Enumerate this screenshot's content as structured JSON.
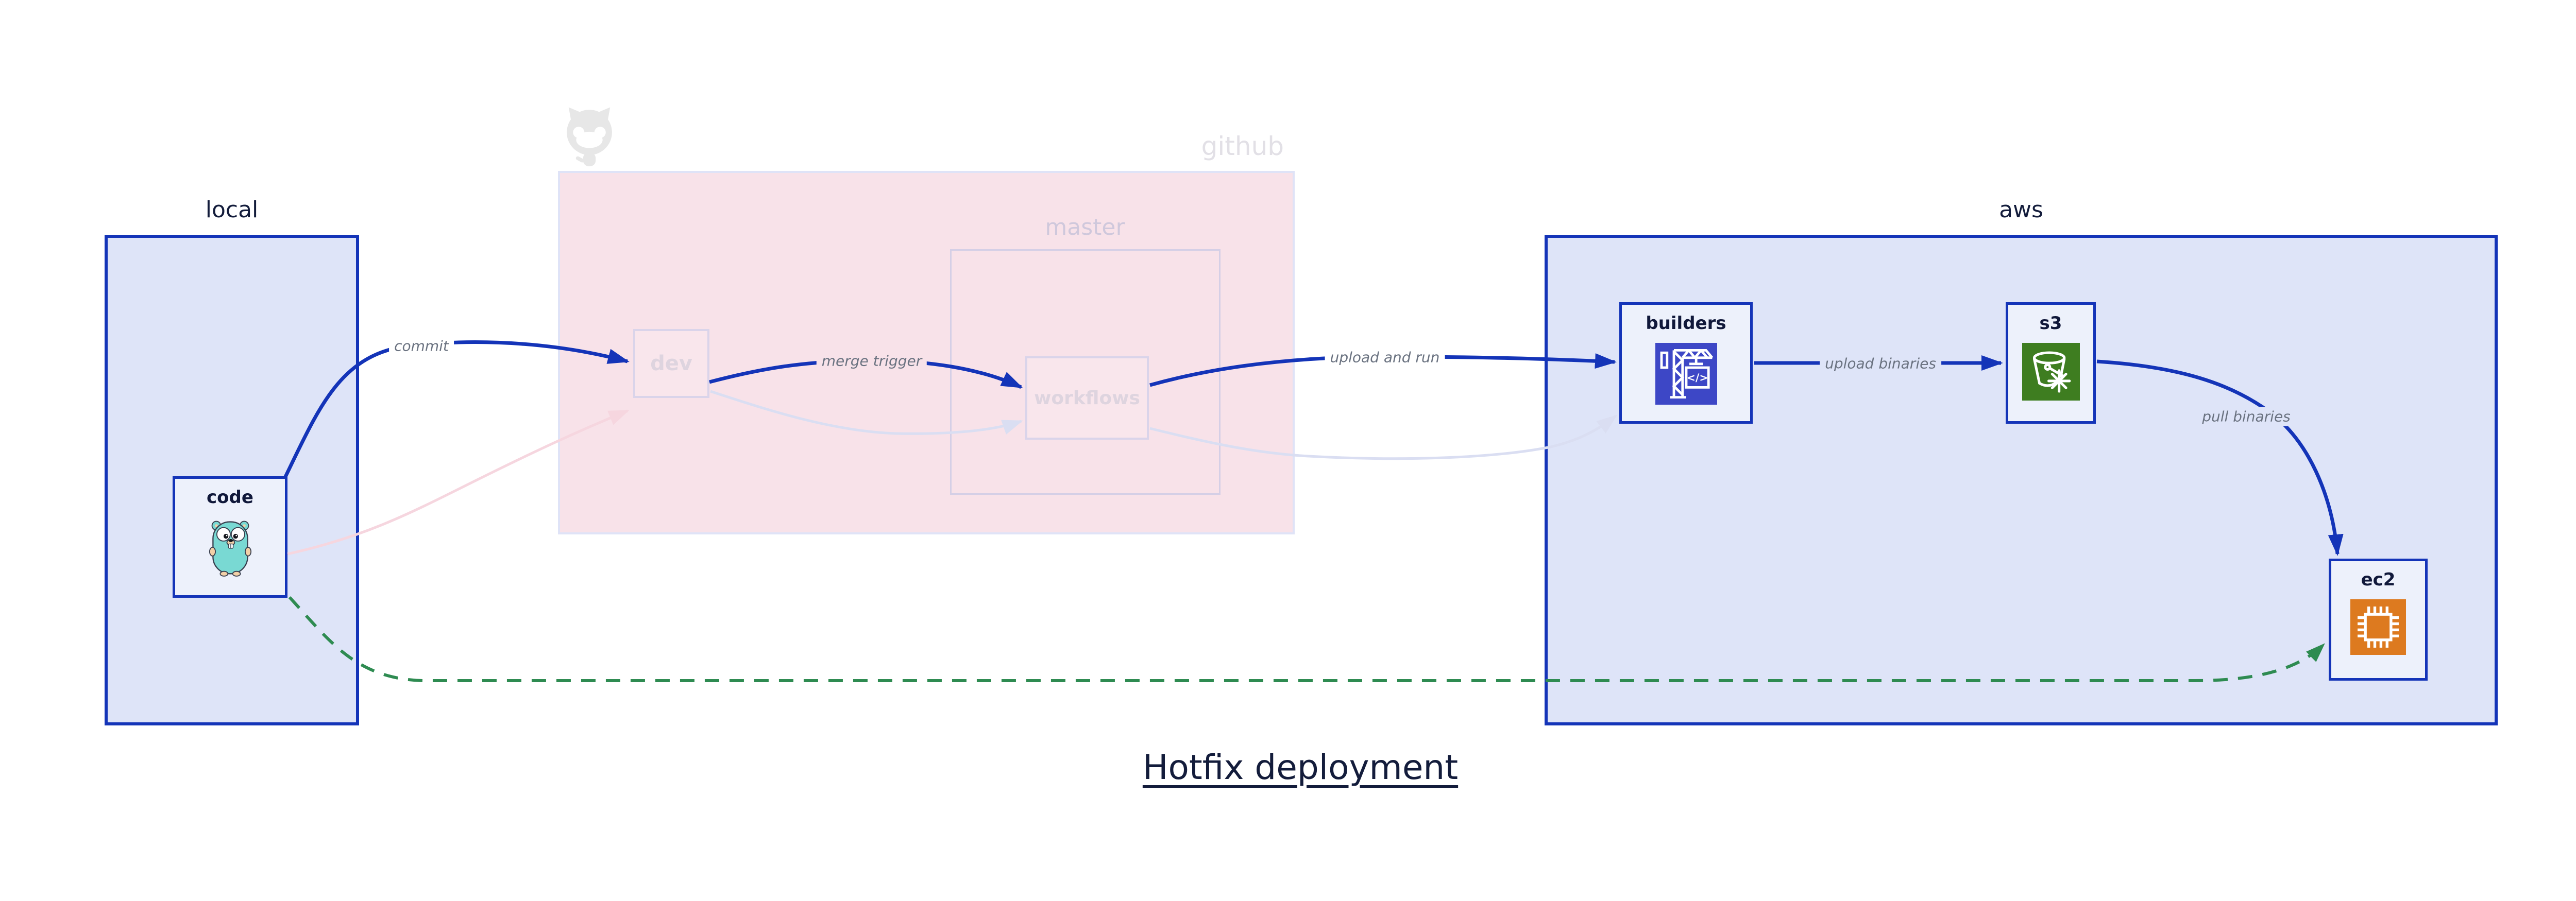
{
  "title": {
    "text": "Hotfix deployment"
  },
  "groups": {
    "local": {
      "label": "local"
    },
    "github": {
      "label": "github",
      "master_label": "master"
    },
    "aws": {
      "label": "aws"
    }
  },
  "nodes": {
    "code": {
      "label": "code",
      "icon": "go-gopher-icon"
    },
    "dev": {
      "label": "dev"
    },
    "workflows": {
      "label": "workflows"
    },
    "builders": {
      "label": "builders",
      "icon": "aws-codebuild-icon",
      "icon_glyph": "</>"
    },
    "s3": {
      "label": "s3",
      "icon": "aws-s3-glacier-icon"
    },
    "ec2": {
      "label": "ec2",
      "icon": "aws-ec2-icon"
    }
  },
  "edges": {
    "commit": {
      "label": "commit",
      "from": "code",
      "to": "dev",
      "style": "solid"
    },
    "merge_trigger": {
      "label": "merge trigger",
      "from": "dev",
      "to": "workflows",
      "style": "solid"
    },
    "upload_and_run": {
      "label": "upload and run",
      "from": "workflows",
      "to": "builders",
      "style": "solid"
    },
    "upload_binaries": {
      "label": "upload binaries",
      "from": "builders",
      "to": "s3",
      "style": "solid"
    },
    "pull_binaries": {
      "label": "pull binaries",
      "from": "s3",
      "to": "ec2",
      "style": "solid"
    },
    "hotfix_path": {
      "label": "",
      "from": "code",
      "to": "ec2",
      "style": "dashed"
    },
    "faded_code_dev": {
      "from": "code",
      "to": "dev",
      "style": "faded"
    },
    "faded_dev_workflows": {
      "from": "dev",
      "to": "workflows",
      "style": "faded"
    },
    "faded_workflows_builders": {
      "from": "workflows",
      "to": "builders",
      "style": "faded"
    }
  },
  "colors": {
    "arrow_blue": "#1434b8",
    "group_fill": "#dee4f8",
    "node_fill": "#edf1fb",
    "github_fill": "#f8e2e9",
    "github_border": "#dfe3f7",
    "faded_border": "#dad4ea",
    "faded_text": "#ded4df",
    "edge_label_gray": "#6a7280",
    "green_dashed": "#2e8b51",
    "faded_pink_arrow": "#f6d6df",
    "faded_lavender_arrow": "#dadef2",
    "codebuild_indigo": "#3d47c6",
    "s3_green": "#3e7d20",
    "ec2_orange": "#dd7a1f",
    "dark_text": "#131c3b",
    "octocat_gray": "#e7e7e7"
  }
}
